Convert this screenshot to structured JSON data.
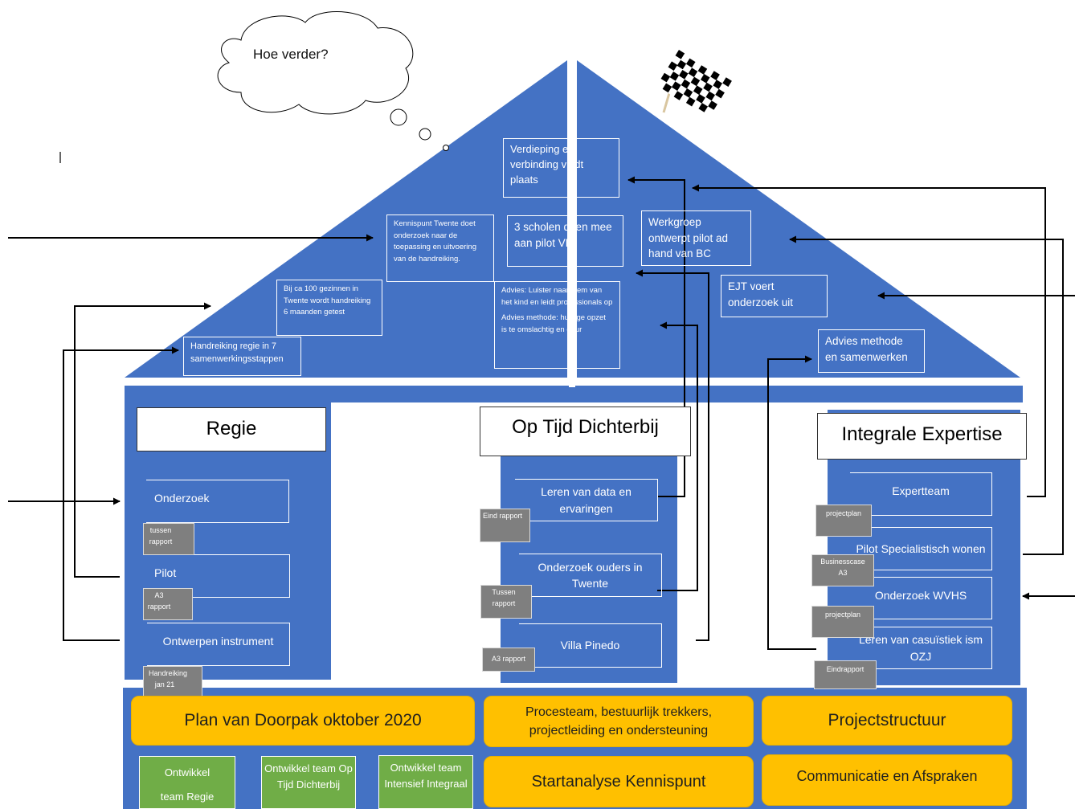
{
  "thought": {
    "text": "Hoe verder?"
  },
  "flag": {
    "icon": "checkered-flag-icon"
  },
  "roof_boxes": {
    "verdieping": "Verdieping en verbinding vindt plaats",
    "kennispunt": "Kennispunt Twente doet onderzoek naar de toepassing en uitvoering van de handreiking.",
    "scholen": "3 scholen doen mee aan pilot VF",
    "werkgroep": "Werkgroep ontwerpt pilot ad hand van BC",
    "bij100": "Bij ca 100 gezinnen in Twente wordt handreiking 6 maanden getest",
    "advies1": "Advies: Luister naar stem van het kind en leidt professionals op",
    "advies2": "Advies methode: huidige opzet is te omslachtig en duur",
    "ejt": "EJT voert onderzoek uit",
    "handreiking": "Handreiking regie in 7 samenwerkingsstappen",
    "advies_methode": "Advies methode en samenwerken"
  },
  "columns": {
    "regie": {
      "title": "Regie",
      "items": [
        "Onderzoek",
        "Pilot",
        "Ontwerpen instrument"
      ],
      "docs": [
        "tussen rapport",
        "A3 rapport",
        "Handreiking jan 21"
      ]
    },
    "optijd": {
      "title": "Op Tijd Dichterbij",
      "items": [
        "Leren van data en ervaringen",
        "Onderzoek ouders in Twente",
        "Villa Pinedo"
      ],
      "docs": [
        "Eind rapport",
        "Tussen rapport",
        "A3 rapport"
      ]
    },
    "integraal": {
      "title": "Integrale Expertise",
      "items": [
        "Expertteam",
        "Pilot Specialistisch wonen",
        "Onderzoek WVHS",
        "Leren van casuïstiek ism OZJ"
      ],
      "docs": [
        "projectplan",
        "Businesscase A3",
        "projectplan",
        "Eindrapport"
      ]
    }
  },
  "base": {
    "plan": "Plan van Doorpak oktober 2020",
    "procesteam": "Procesteam, bestuurlijk trekkers, projectleiding en ondersteuning",
    "projectstructuur": "Projectstructuur",
    "startanalyse": "Startanalyse Kennispunt",
    "communicatie": "Communicatie en Afspraken",
    "teams": [
      "Ontwikkel team Regie",
      "Ontwikkel team Op Tijd Dichterbij",
      "Ontwikkel team Intensief Integraal"
    ]
  },
  "colors": {
    "blue": "#4472c4",
    "orange": "#ffc000",
    "green": "#70ad47",
    "doc_grey": "#7f7f7f"
  }
}
